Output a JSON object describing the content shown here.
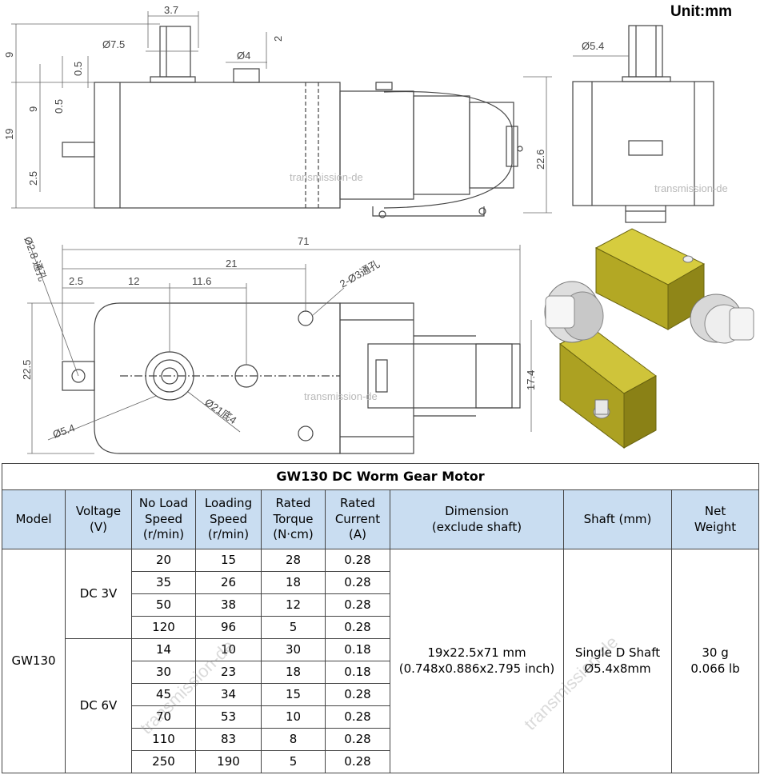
{
  "unit_label": "Unit:mm",
  "watermark": "transmission-de",
  "drawing_dims": {
    "d37": "3.7",
    "d75": "Ø7.5",
    "d4": "Ø4",
    "d2": "2",
    "d9a": "9",
    "d05a": "0.5",
    "d9b": "9",
    "d05b": "0.5",
    "d19": "19",
    "d25a": "2.5",
    "d226": "22.6",
    "d54a": "Ø5.4",
    "d71": "71",
    "d21": "21",
    "d28": "Ø2.8 通孔",
    "d25b": "2.5",
    "d12": "12",
    "d116": "11.6",
    "d2x3": "2-Ø3通孔",
    "d225": "22.5",
    "d174": "17.4",
    "d54b": "Ø5.4",
    "d21b": "Ø21底4"
  },
  "table": {
    "title": "GW130 DC Worm Gear Motor",
    "headers": {
      "model": "Model",
      "voltage_1": "Voltage",
      "voltage_2": "(V)",
      "noload_1": "No Load",
      "noload_2": "Speed",
      "noload_3": "(r/min)",
      "loading_1": "Loading",
      "loading_2": "Speed",
      "loading_3": "(r/min)",
      "torque_1": "Rated",
      "torque_2": "Torque",
      "torque_3": "(N·cm)",
      "current_1": "Rated",
      "current_2": "Current",
      "current_3": "(A)",
      "dimension_1": "Dimension",
      "dimension_2": "(exclude shaft)",
      "shaft": "Shaft (mm)",
      "weight_1": "Net",
      "weight_2": "Weight"
    },
    "model": "GW130",
    "voltage_groups": [
      "DC 3V",
      "DC 6V"
    ],
    "rows": [
      {
        "noload": "20",
        "loading": "15",
        "torque": "28",
        "current": "0.28"
      },
      {
        "noload": "35",
        "loading": "26",
        "torque": "18",
        "current": "0.28"
      },
      {
        "noload": "50",
        "loading": "38",
        "torque": "12",
        "current": "0.28"
      },
      {
        "noload": "120",
        "loading": "96",
        "torque": "5",
        "current": "0.28"
      },
      {
        "noload": "14",
        "loading": "10",
        "torque": "30",
        "current": "0.18"
      },
      {
        "noload": "30",
        "loading": "23",
        "torque": "18",
        "current": "0.18"
      },
      {
        "noload": "45",
        "loading": "34",
        "torque": "15",
        "current": "0.28"
      },
      {
        "noload": "70",
        "loading": "53",
        "torque": "10",
        "current": "0.28"
      },
      {
        "noload": "110",
        "loading": "83",
        "torque": "8",
        "current": "0.28"
      },
      {
        "noload": "250",
        "loading": "190",
        "torque": "5",
        "current": "0.28"
      }
    ],
    "dimension_1": "19x22.5x71 mm",
    "dimension_2": "(0.748x0.886x2.795 inch)",
    "shaft_1": "Single D Shaft",
    "shaft_2": "Ø5.4x8mm",
    "weight_1": "30 g",
    "weight_2": "0.066 lb"
  },
  "colors": {
    "header_bg": "#c9ddf1",
    "motor_body": "#c9bd2c",
    "line": "#444444"
  }
}
